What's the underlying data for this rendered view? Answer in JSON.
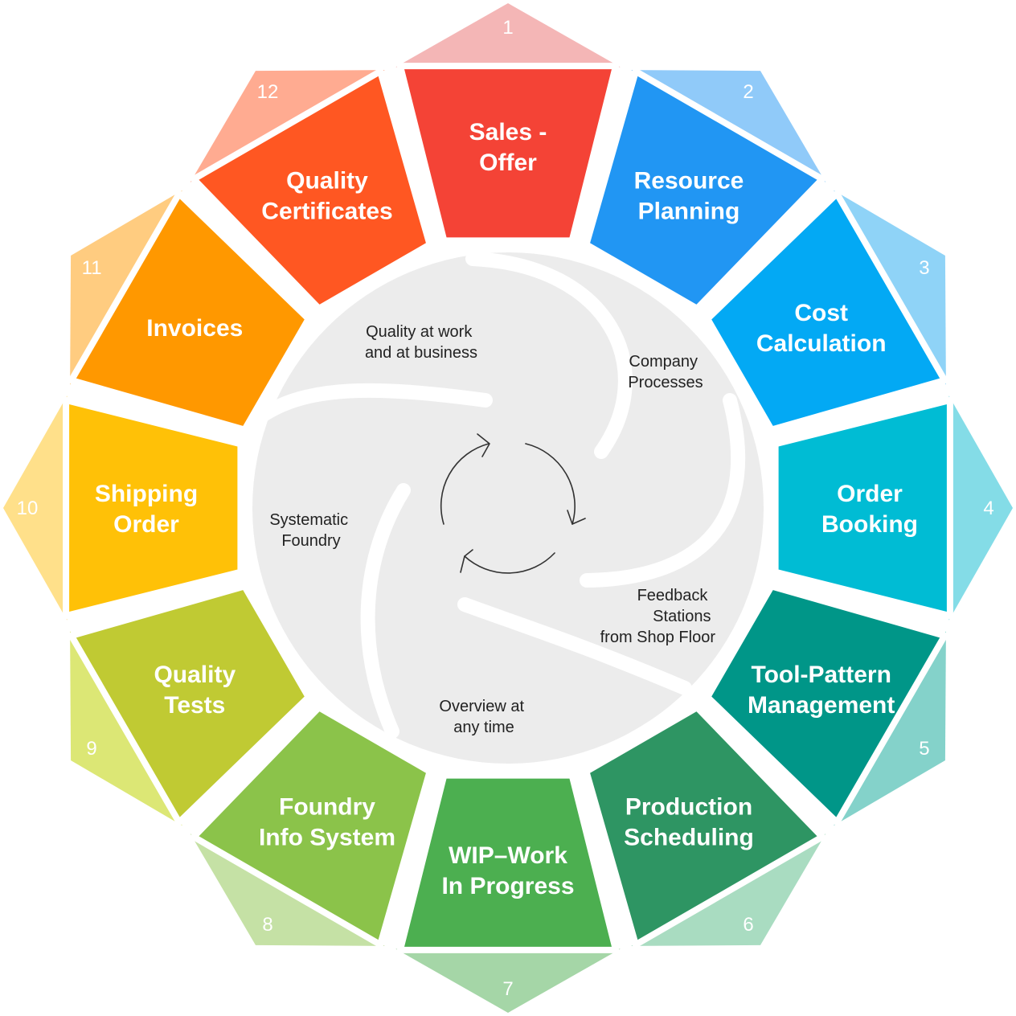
{
  "segments": [
    {
      "number": "1",
      "lines": [
        "Sales -",
        "Offer"
      ],
      "color": "#F44336",
      "tab_color": "#F4B6B6"
    },
    {
      "number": "2",
      "lines": [
        "Resource",
        "Planning"
      ],
      "color": "#2196F3",
      "tab_color": "#90CAF9"
    },
    {
      "number": "3",
      "lines": [
        "Cost",
        "Calculation"
      ],
      "color": "#03A9F4",
      "tab_color": "#8FD3F7"
    },
    {
      "number": "4",
      "lines": [
        "Order",
        "Booking"
      ],
      "color": "#00BCD4",
      "tab_color": "#84DCE7"
    },
    {
      "number": "5",
      "lines": [
        "Tool-Pattern",
        "Management"
      ],
      "color": "#009688",
      "tab_color": "#84D2CA"
    },
    {
      "number": "6",
      "lines": [
        "Production",
        "Scheduling"
      ],
      "color": "#2E9563",
      "tab_color": "#A9DCC1"
    },
    {
      "number": "7",
      "lines": [
        "WIP–Work",
        "In Progress"
      ],
      "color": "#4CAF50",
      "tab_color": "#A5D6A7"
    },
    {
      "number": "8",
      "lines": [
        "Foundry",
        "Info System"
      ],
      "color": "#8BC34A",
      "tab_color": "#C5E1A5"
    },
    {
      "number": "9",
      "lines": [
        "Quality",
        "Tests"
      ],
      "color": "#C0CA33",
      "tab_color": "#DCE775"
    },
    {
      "number": "10",
      "lines": [
        "Shipping",
        "Order"
      ],
      "color": "#FFC107",
      "tab_color": "#FFE08A"
    },
    {
      "number": "11",
      "lines": [
        "Invoices"
      ],
      "color": "#FF9800",
      "tab_color": "#FFCC80"
    },
    {
      "number": "12",
      "lines": [
        "Quality",
        "Certificates"
      ],
      "color": "#FF5722",
      "tab_color": "#FFAB91"
    }
  ],
  "inner": {
    "quality_at_work": [
      "Quality at work",
      "and at business"
    ],
    "company_processes": [
      "Company",
      "Processes"
    ],
    "systematic": [
      "Systematic",
      "Foundry"
    ],
    "feedback": [
      "Feedback",
      "Stations",
      "from Shop Floor"
    ],
    "overview": [
      "Overview at",
      "any time"
    ]
  },
  "colors": {
    "inner_disc": "#ECECEC",
    "arrows": "#333333"
  }
}
